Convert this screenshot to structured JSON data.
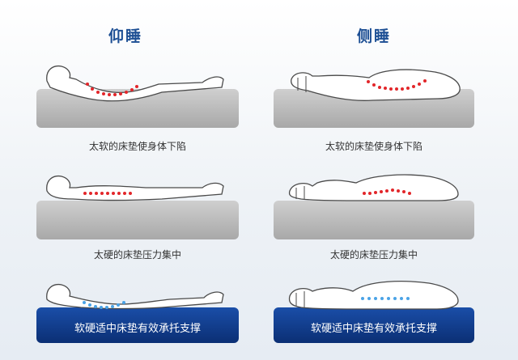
{
  "columns": {
    "left_title": "仰睡",
    "right_title": "侧睡"
  },
  "rows": [
    {
      "caption_left": "太软的床垫使身体下陷",
      "caption_right": "太软的床垫使身体下陷"
    },
    {
      "caption_left": "太硬的床垫压力集中",
      "caption_right": "太硬的床垫压力集中"
    },
    {
      "caption_left": "软硬适中床垫有效承托支撑",
      "caption_right": "软硬适中床垫有效承托支撑"
    }
  ],
  "colors": {
    "title": "#1d4f94",
    "gray_mattress": "#b9b9b9",
    "blue_mattress": "#103a8c",
    "red_dots": "#e2262a",
    "blue_dots": "#4aa3e6"
  }
}
